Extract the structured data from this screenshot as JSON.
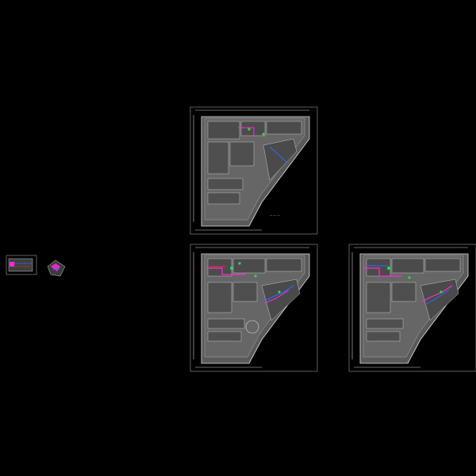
{
  "viewer": {
    "background_color": "#000000",
    "line_color": "#d8d8d8",
    "accent_colors": {
      "magenta": "#ff2bd6",
      "green": "#22e04a",
      "blue": "#2a6bff",
      "red": "#ff2a2a",
      "white": "#ffffff",
      "gray": "#8c8c8c"
    }
  },
  "sheets": [
    {
      "id": "plan-top",
      "kind": "floor-plan",
      "has_mep_overlay": true
    },
    {
      "id": "plan-bottom-left",
      "kind": "floor-plan",
      "has_mep_overlay": true
    },
    {
      "id": "plan-bottom-right",
      "kind": "floor-plan",
      "has_mep_overlay": true
    },
    {
      "id": "detail-left",
      "kind": "detail",
      "has_mep_overlay": true
    },
    {
      "id": "keymap-left",
      "kind": "key-plan",
      "has_mep_overlay": true
    }
  ]
}
